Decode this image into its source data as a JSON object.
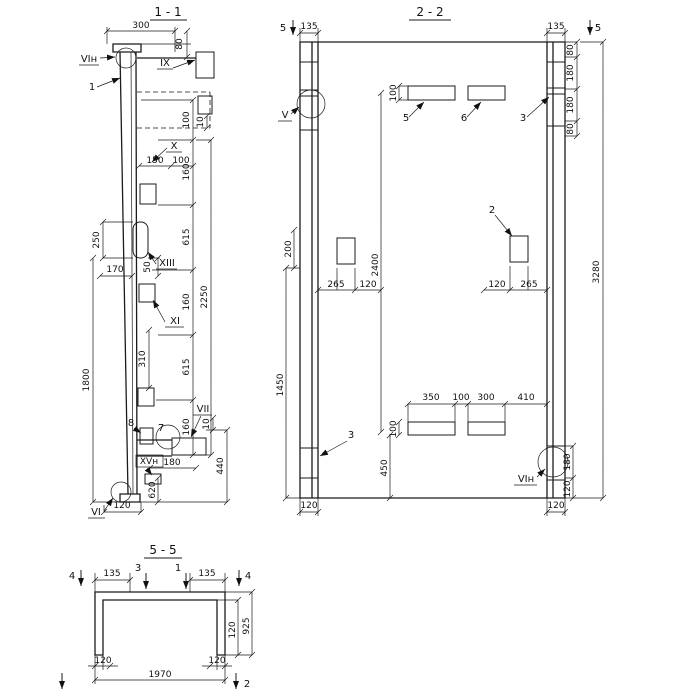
{
  "s11": {
    "title": "1 - 1",
    "top300": "300",
    "top80": "80",
    "callout_top": "VIн",
    "label_ix": "IX",
    "label_1": "1",
    "mid150": "150",
    "mid100": "100",
    "left250": "250",
    "left170": "170",
    "mid50": "50",
    "label_xiii": "XIII",
    "label_x": "X",
    "label_xi": "XI",
    "mid310": "310",
    "left1800": "1800",
    "chain": [
      "100",
      "160",
      "615",
      "160",
      "615",
      "160"
    ],
    "total2250": "2250",
    "r10_top": "10",
    "r10_bot": "10",
    "label_8": "8",
    "label_7": "7",
    "label_vii": "VII",
    "r440": "440",
    "label_xvn": "XVн",
    "dim180": "180",
    "dim620": "620",
    "callout_bot": "VI",
    "bot120": "120"
  },
  "s22": {
    "title": "2 - 2",
    "cut_left": "5",
    "tl135": "135",
    "tr135": "135",
    "cut_right": "5",
    "rchain": [
      "80",
      "180",
      "180",
      "80"
    ],
    "total3280": "3280",
    "top100": "100",
    "bot100": "100",
    "label_5": "5",
    "label_6": "6",
    "label_3_top": "3",
    "label_3_bot": "3",
    "label_2": "2",
    "callout_v": "V",
    "callout_vin": "VIн",
    "left200": "200",
    "left1450": "1450",
    "mid2400": "2400",
    "cl265": "265",
    "cl120": "120",
    "cr120": "120",
    "cr265": "265",
    "bchain": [
      "350",
      "100",
      "300",
      "410"
    ],
    "d450": "450",
    "br180": "180",
    "br120": "120",
    "bot120_left": "120",
    "bot120_right": "120"
  },
  "s55": {
    "title": "5 - 5",
    "cut_left": "4",
    "l135": "135",
    "cut_3": "3",
    "cut_1": "1",
    "r135": "135",
    "cut_right": "4",
    "r120": "120",
    "r925": "925",
    "bl120": "120",
    "br120": "120",
    "total1970": "1970",
    "cut_2": "2"
  }
}
